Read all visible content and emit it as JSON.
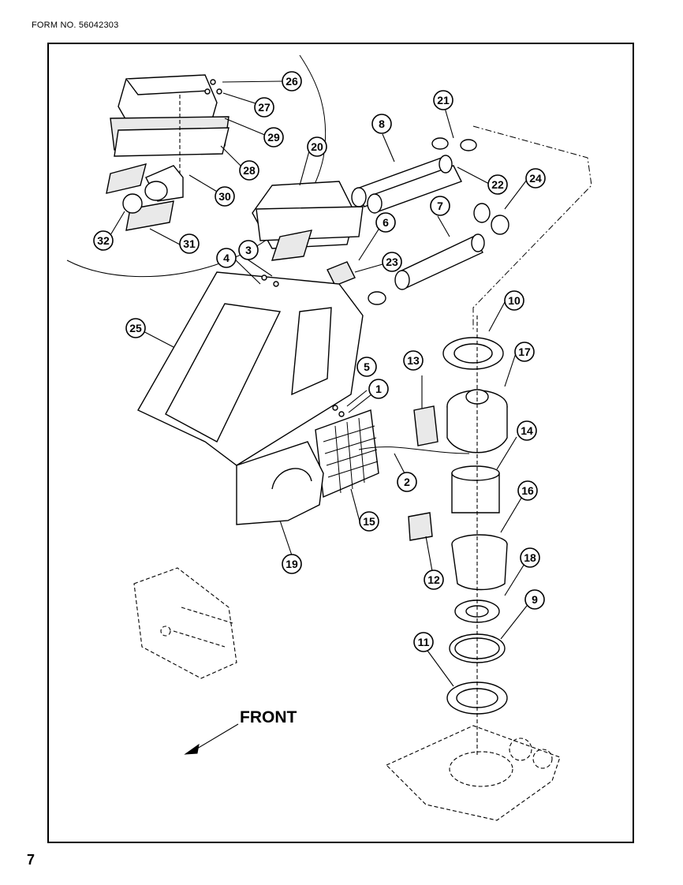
{
  "header": {
    "form_number": "FORM NO. 56042303"
  },
  "footer": {
    "page_number": "7"
  },
  "diagram": {
    "direction_label": "FRONT",
    "callouts": [
      "1",
      "2",
      "3",
      "4",
      "5",
      "6",
      "7",
      "8",
      "9",
      "10",
      "11",
      "12",
      "13",
      "14",
      "15",
      "16",
      "17",
      "18",
      "19",
      "20",
      "21",
      "22",
      "23",
      "24",
      "25",
      "26",
      "27",
      "28",
      "29",
      "30",
      "31",
      "32"
    ]
  }
}
